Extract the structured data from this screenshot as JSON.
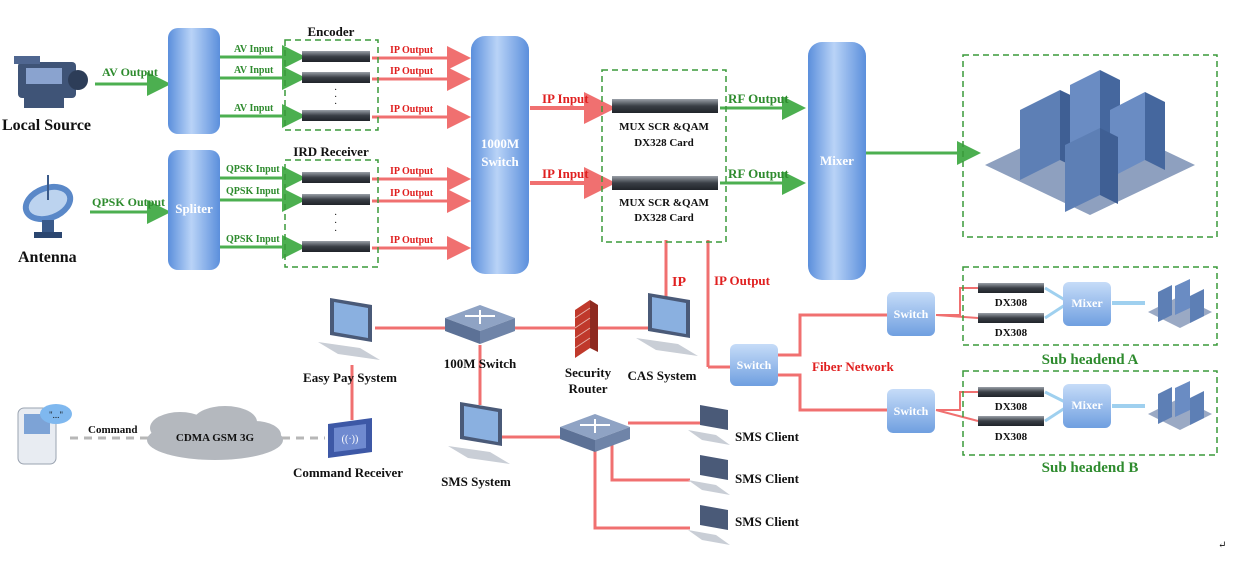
{
  "labels": {
    "local_source": "Local Source",
    "antenna": "Antenna",
    "av_output": "AV Output",
    "qpsk_output": "QPSK Output",
    "spliter": "Spliter",
    "encoder": "Encoder",
    "ird_receiver": "IRD Receiver",
    "av_input": "AV Input",
    "qpsk_input": "QPSK Input",
    "ip_output": "IP Output",
    "switch_1000m_line1": "1000M",
    "switch_1000m_line2": "Switch",
    "ip_input": "IP Input",
    "mux_card_line1": "MUX SCR &QAM",
    "mux_card_line2": "DX328 Card",
    "rf_output": "RF Output",
    "mixer": "Mixer",
    "ip": "IP",
    "ip_output_big": "IP Output",
    "easy_pay_system": "Easy Pay System",
    "switch_100m": "100M Switch",
    "security_router_line1": "Security",
    "security_router_line2": "Router",
    "cas_system": "CAS System",
    "switch": "Switch",
    "fiber_network": "Fiber Network",
    "dx308": "DX308",
    "sub_headend_a": "Sub headend A",
    "sub_headend_b": "Sub headend B",
    "command": "Command",
    "cdma_gsm_3g": "CDMA GSM 3G",
    "command_receiver": "Command Receiver",
    "sms_system": "SMS System",
    "sms_client": "SMS Client",
    "phone_bubble": "\"...\"",
    "return_glyph": "↵"
  },
  "colors": {
    "green_line": "#4caf50",
    "red_line": "#f07070",
    "green_text": "#2e8b2e",
    "red_text": "#e02020",
    "blue_device": "#7aa7e6",
    "dashed_box": "#3a9a3a"
  }
}
